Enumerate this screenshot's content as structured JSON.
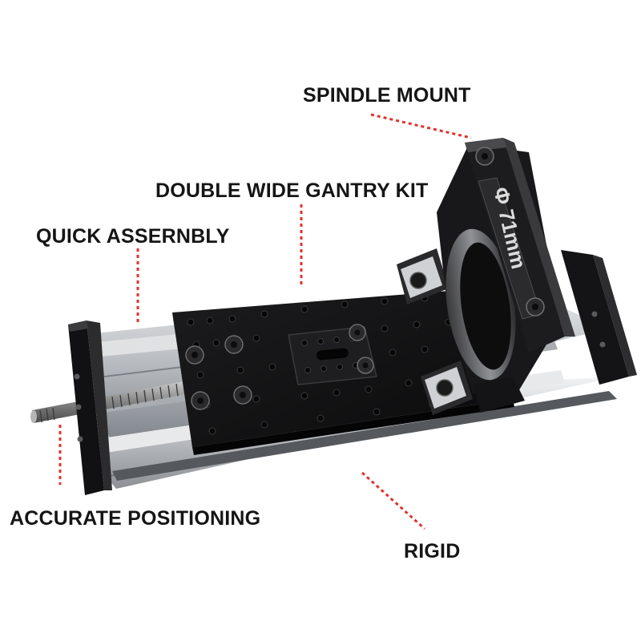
{
  "callouts": {
    "spindle_mount": "SPINDLE MOUNT",
    "double_wide_gantry_kit": "DOUBLE WIDE GANTRY KIT",
    "quick_assembly": "QUICK ASSERNBLY",
    "accurate_positioning": "ACCURATE POSITIONING",
    "rigid": "RIGID"
  },
  "engraving": {
    "spindle_diameter": "Φ 71mm"
  },
  "colors": {
    "background": "#ffffff",
    "label_text": "#151515",
    "leader_line": "#e0332e",
    "anodized_black": "#141414",
    "aluminum": "#c9ccd0"
  }
}
